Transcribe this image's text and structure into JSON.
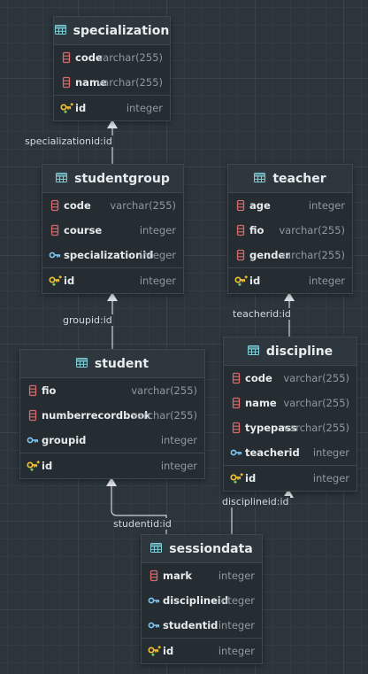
{
  "types": {
    "varchar": "varchar(255)",
    "integer": "integer"
  },
  "colors": {
    "background": "#2b353b",
    "table_bg": "#252d33",
    "header_bg": "#2e373d",
    "line": "#cfd4d7",
    "column_icon": "#d46a6a",
    "fk_icon": "#7ec8f2",
    "pk_icon": "#f2c230"
  },
  "tables": {
    "specialization": {
      "title": "specialization",
      "cols": [
        {
          "name": "code",
          "type": "varchar(255)",
          "icon": "column-icon"
        },
        {
          "name": "name",
          "type": "varchar(255)",
          "icon": "column-icon"
        },
        {
          "name": "id",
          "type": "integer",
          "icon": "primary-key-icon"
        }
      ]
    },
    "studentgroup": {
      "title": "studentgroup",
      "cols": [
        {
          "name": "code",
          "type": "varchar(255)",
          "icon": "column-icon"
        },
        {
          "name": "course",
          "type": "integer",
          "icon": "column-icon"
        },
        {
          "name": "specializationid",
          "type": "integer",
          "icon": "foreign-key-icon"
        },
        {
          "name": "id",
          "type": "integer",
          "icon": "primary-key-icon"
        }
      ]
    },
    "teacher": {
      "title": "teacher",
      "cols": [
        {
          "name": "age",
          "type": "integer",
          "icon": "column-icon"
        },
        {
          "name": "fio",
          "type": "varchar(255)",
          "icon": "column-icon"
        },
        {
          "name": "gender",
          "type": "varchar(255)",
          "icon": "column-icon"
        },
        {
          "name": "id",
          "type": "integer",
          "icon": "primary-key-icon"
        }
      ]
    },
    "student": {
      "title": "student",
      "cols": [
        {
          "name": "fio",
          "type": "varchar(255)",
          "icon": "column-icon"
        },
        {
          "name": "numberrecordbook",
          "type": "varchar(255)",
          "icon": "column-icon"
        },
        {
          "name": "groupid",
          "type": "integer",
          "icon": "foreign-key-icon"
        },
        {
          "name": "id",
          "type": "integer",
          "icon": "primary-key-icon"
        }
      ]
    },
    "discipline": {
      "title": "discipline",
      "cols": [
        {
          "name": "code",
          "type": "varchar(255)",
          "icon": "column-icon"
        },
        {
          "name": "name",
          "type": "varchar(255)",
          "icon": "column-icon"
        },
        {
          "name": "typepass",
          "type": "varchar(255)",
          "icon": "column-icon"
        },
        {
          "name": "teacherid",
          "type": "integer",
          "icon": "foreign-key-icon"
        },
        {
          "name": "id",
          "type": "integer",
          "icon": "primary-key-icon"
        }
      ]
    },
    "sessiondata": {
      "title": "sessiondata",
      "cols": [
        {
          "name": "mark",
          "type": "integer",
          "icon": "column-icon"
        },
        {
          "name": "disciplineid",
          "type": "integer",
          "icon": "foreign-key-icon"
        },
        {
          "name": "studentid",
          "type": "integer",
          "icon": "foreign-key-icon"
        },
        {
          "name": "id",
          "type": "integer",
          "icon": "primary-key-icon"
        }
      ]
    }
  },
  "relations": [
    {
      "label": "specializationid:id",
      "from": "studentgroup",
      "to": "specialization"
    },
    {
      "label": "groupid:id",
      "from": "student",
      "to": "studentgroup"
    },
    {
      "label": "teacherid:id",
      "from": "discipline",
      "to": "teacher"
    },
    {
      "label": "studentid:id",
      "from": "sessiondata",
      "to": "student"
    },
    {
      "label": "disciplineid:id",
      "from": "sessiondata",
      "to": "discipline"
    }
  ]
}
